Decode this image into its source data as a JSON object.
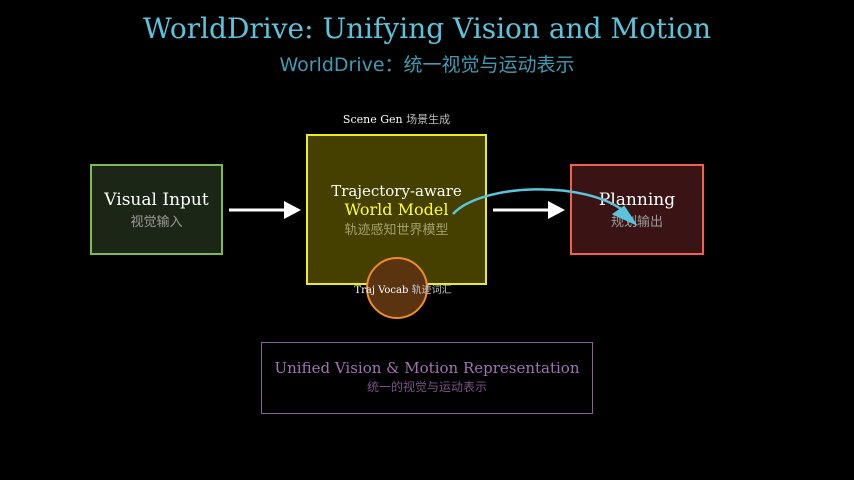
{
  "header": {
    "title": "WorldDrive: Unifying Vision and Motion",
    "subtitle": "WorldDrive：统一视觉与运动表示"
  },
  "nodes": {
    "visual_input": {
      "label_en": "Visual Input",
      "label_zh": "视觉输入",
      "border_color": "#7fba55",
      "fill_color": "#1c2616"
    },
    "world_model": {
      "label_en_line1": "Trajectory-aware",
      "label_en_line2": "World Model",
      "label_zh": "轨迹感知世界模型",
      "border_color": "#ecec24",
      "fill_color": "#454000",
      "highlight_color": "#ffff33"
    },
    "planning": {
      "label_en": "Planning",
      "label_zh": "规划输出",
      "border_color": "#f2604e",
      "fill_color": "#3a1414"
    },
    "unified": {
      "label_en": "Unified Vision & Motion Representation",
      "label_zh": "统一的视觉与运动表示",
      "border_color": "#8e5ea0",
      "text_color": "#a172b4"
    }
  },
  "annotations": {
    "scene_gen_en": "Scene Gen",
    "scene_gen_zh": "场景生成",
    "traj_vocab_en": "Traj Vocab",
    "traj_vocab_zh": "轨迹词汇"
  },
  "colors": {
    "title": "#5bc4dc",
    "arrow": "#ffffff",
    "curve": "#5bc4dc",
    "vocab_circle_stroke": "#f08a2a",
    "vocab_circle_fill": "#5a3410"
  }
}
